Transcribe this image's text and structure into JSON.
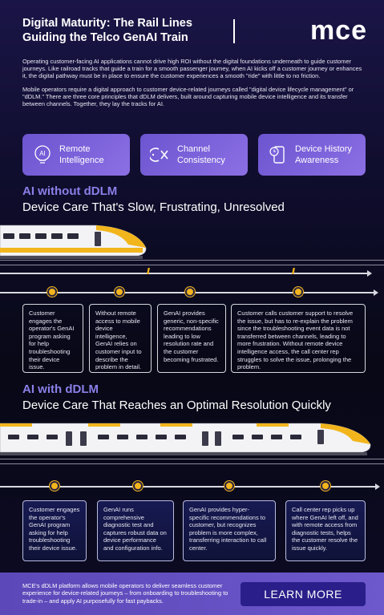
{
  "header": {
    "title_line1": "Digital Maturity: The Rail Lines",
    "title_line2": "Guiding the Telco GenAI Train",
    "logo_text": "mce"
  },
  "intro": {
    "paragraph1": "Operating customer-facing AI applications cannot drive high ROI without the digital foundations underneath to guide customer journeys. Like railroad tracks that guide a train for a smooth passenger journey, when AI kicks off a customer journey or enhances it, the digital pathway must be in place to ensure the customer experiences a smooth \"ride\" with little to no friction.",
    "paragraph2": "Mobile operators require a digital approach to customer device-related journeys called \"digital device lifecycle management\" or \"dDLM.\" There are three core principles that dDLM delivers, built around capturing mobile device intelligence and its transfer between channels. Together, they lay the tracks for AI."
  },
  "pillars": [
    {
      "icon": "ai-lightbulb-icon",
      "line1": "Remote",
      "line2": "Intelligence"
    },
    {
      "icon": "cx-channel-icon",
      "line1": "Channel",
      "line2": "Consistency"
    },
    {
      "icon": "device-history-icon",
      "line1": "Device History",
      "line2": "Awareness"
    }
  ],
  "without": {
    "heading": "AI without dDLM",
    "subheading": "Device Care That's Slow, Frustrating, Unresolved",
    "cards": [
      "Customer engages the operator's GenAI program asking for help troubleshooting their device issue.",
      "Without remote access to mobile device intelligence, GenAI relies on customer input to describe the problem in detail.",
      "GenAI provides generic, non-specific recommendations leading to low resolution rate and the customer becoming frustrated.",
      "Customer calls customer support to resolve the issue, but has to re-explain the problem since the troubleshooting event data is not transferred between channels, leading to more frustration. Without remote device intelligence access, the call center rep struggles to solve the issue, prolonging the problem."
    ]
  },
  "with": {
    "heading": "AI with dDLM",
    "subheading": "Device Care That Reaches an Optimal Resolution Quickly",
    "cards": [
      "Customer engages the operator's GenAI program asking for help troubleshooting their device issue.",
      "GenAI runs comprehensive diagnostic test and captures robust data on device performance and configuration info.",
      "GenAI provides hyper-specific recommendations to customer, but recognizes problem is more complex, transferring interaction to call center.",
      "Call center rep picks up where GenAI left off, and with remote access from diagnostic tests, helps the customer resolve the issue quickly."
    ]
  },
  "footer": {
    "text": "MCE's dDLM platform allows mobile operators to deliver seamless customer experience for device-related journeys – from onboarding to troubleshooting to trade-in – and apply AI purposefully for fast paybacks.",
    "cta_label": "LEARN MORE"
  },
  "colors": {
    "accent_purple": "#8b7fe8",
    "pillar_purple": "#7a62dc",
    "train_yellow": "#f2b51c",
    "footer_purple": "#6350c2",
    "cta_navy": "#2a1f8a"
  },
  "decorations": {
    "track_break_glyph": "//"
  }
}
